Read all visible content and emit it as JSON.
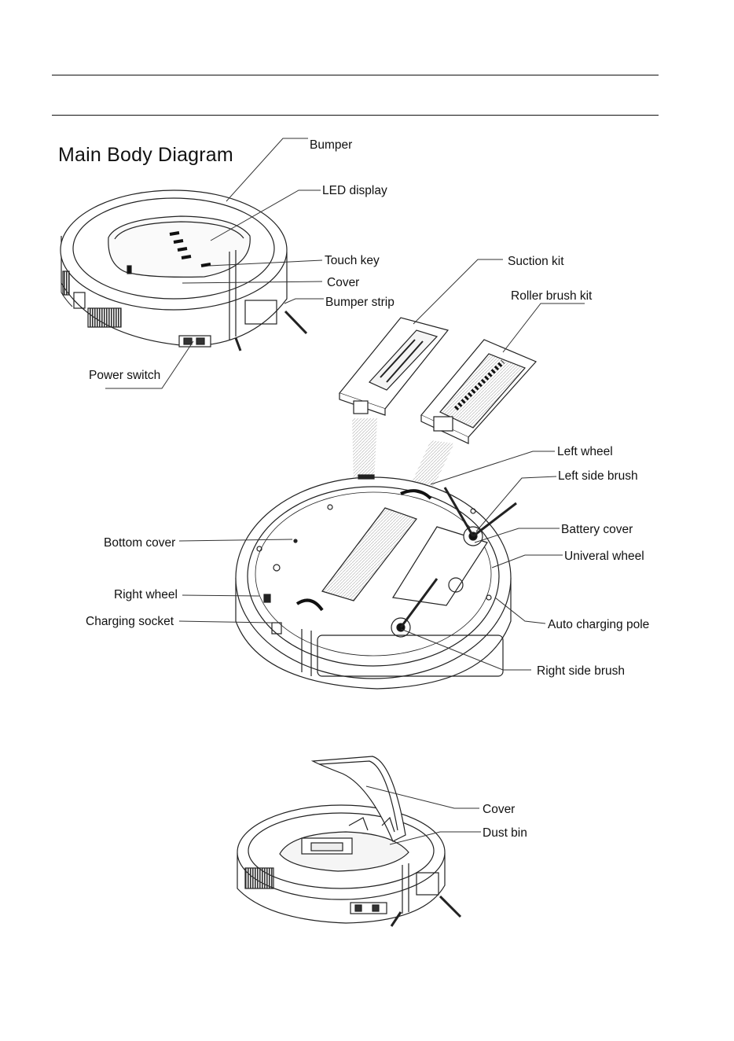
{
  "title": "Main Body Diagram",
  "top_view_labels": {
    "bumper": "Bumper",
    "led_display": "LED display",
    "touch_key": "Touch key",
    "cover": "Cover",
    "bumper_strip": "Bumper strip",
    "power_switch": "Power switch"
  },
  "kit_labels": {
    "suction_kit": "Suction kit",
    "roller_brush_kit": "Roller brush kit"
  },
  "bottom_view_labels": {
    "left_wheel": "Left wheel",
    "left_side_brush": "Left side brush",
    "battery_cover": "Battery cover",
    "universal_wheel": "Univeral wheel",
    "auto_charging_pole": "Auto charging pole",
    "right_side_brush": "Right side brush",
    "bottom_cover": "Bottom cover",
    "right_wheel": "Right wheel",
    "charging_socket": "Charging socket"
  },
  "open_view_labels": {
    "cover": "Cover",
    "dust_bin": "Dust bin"
  }
}
